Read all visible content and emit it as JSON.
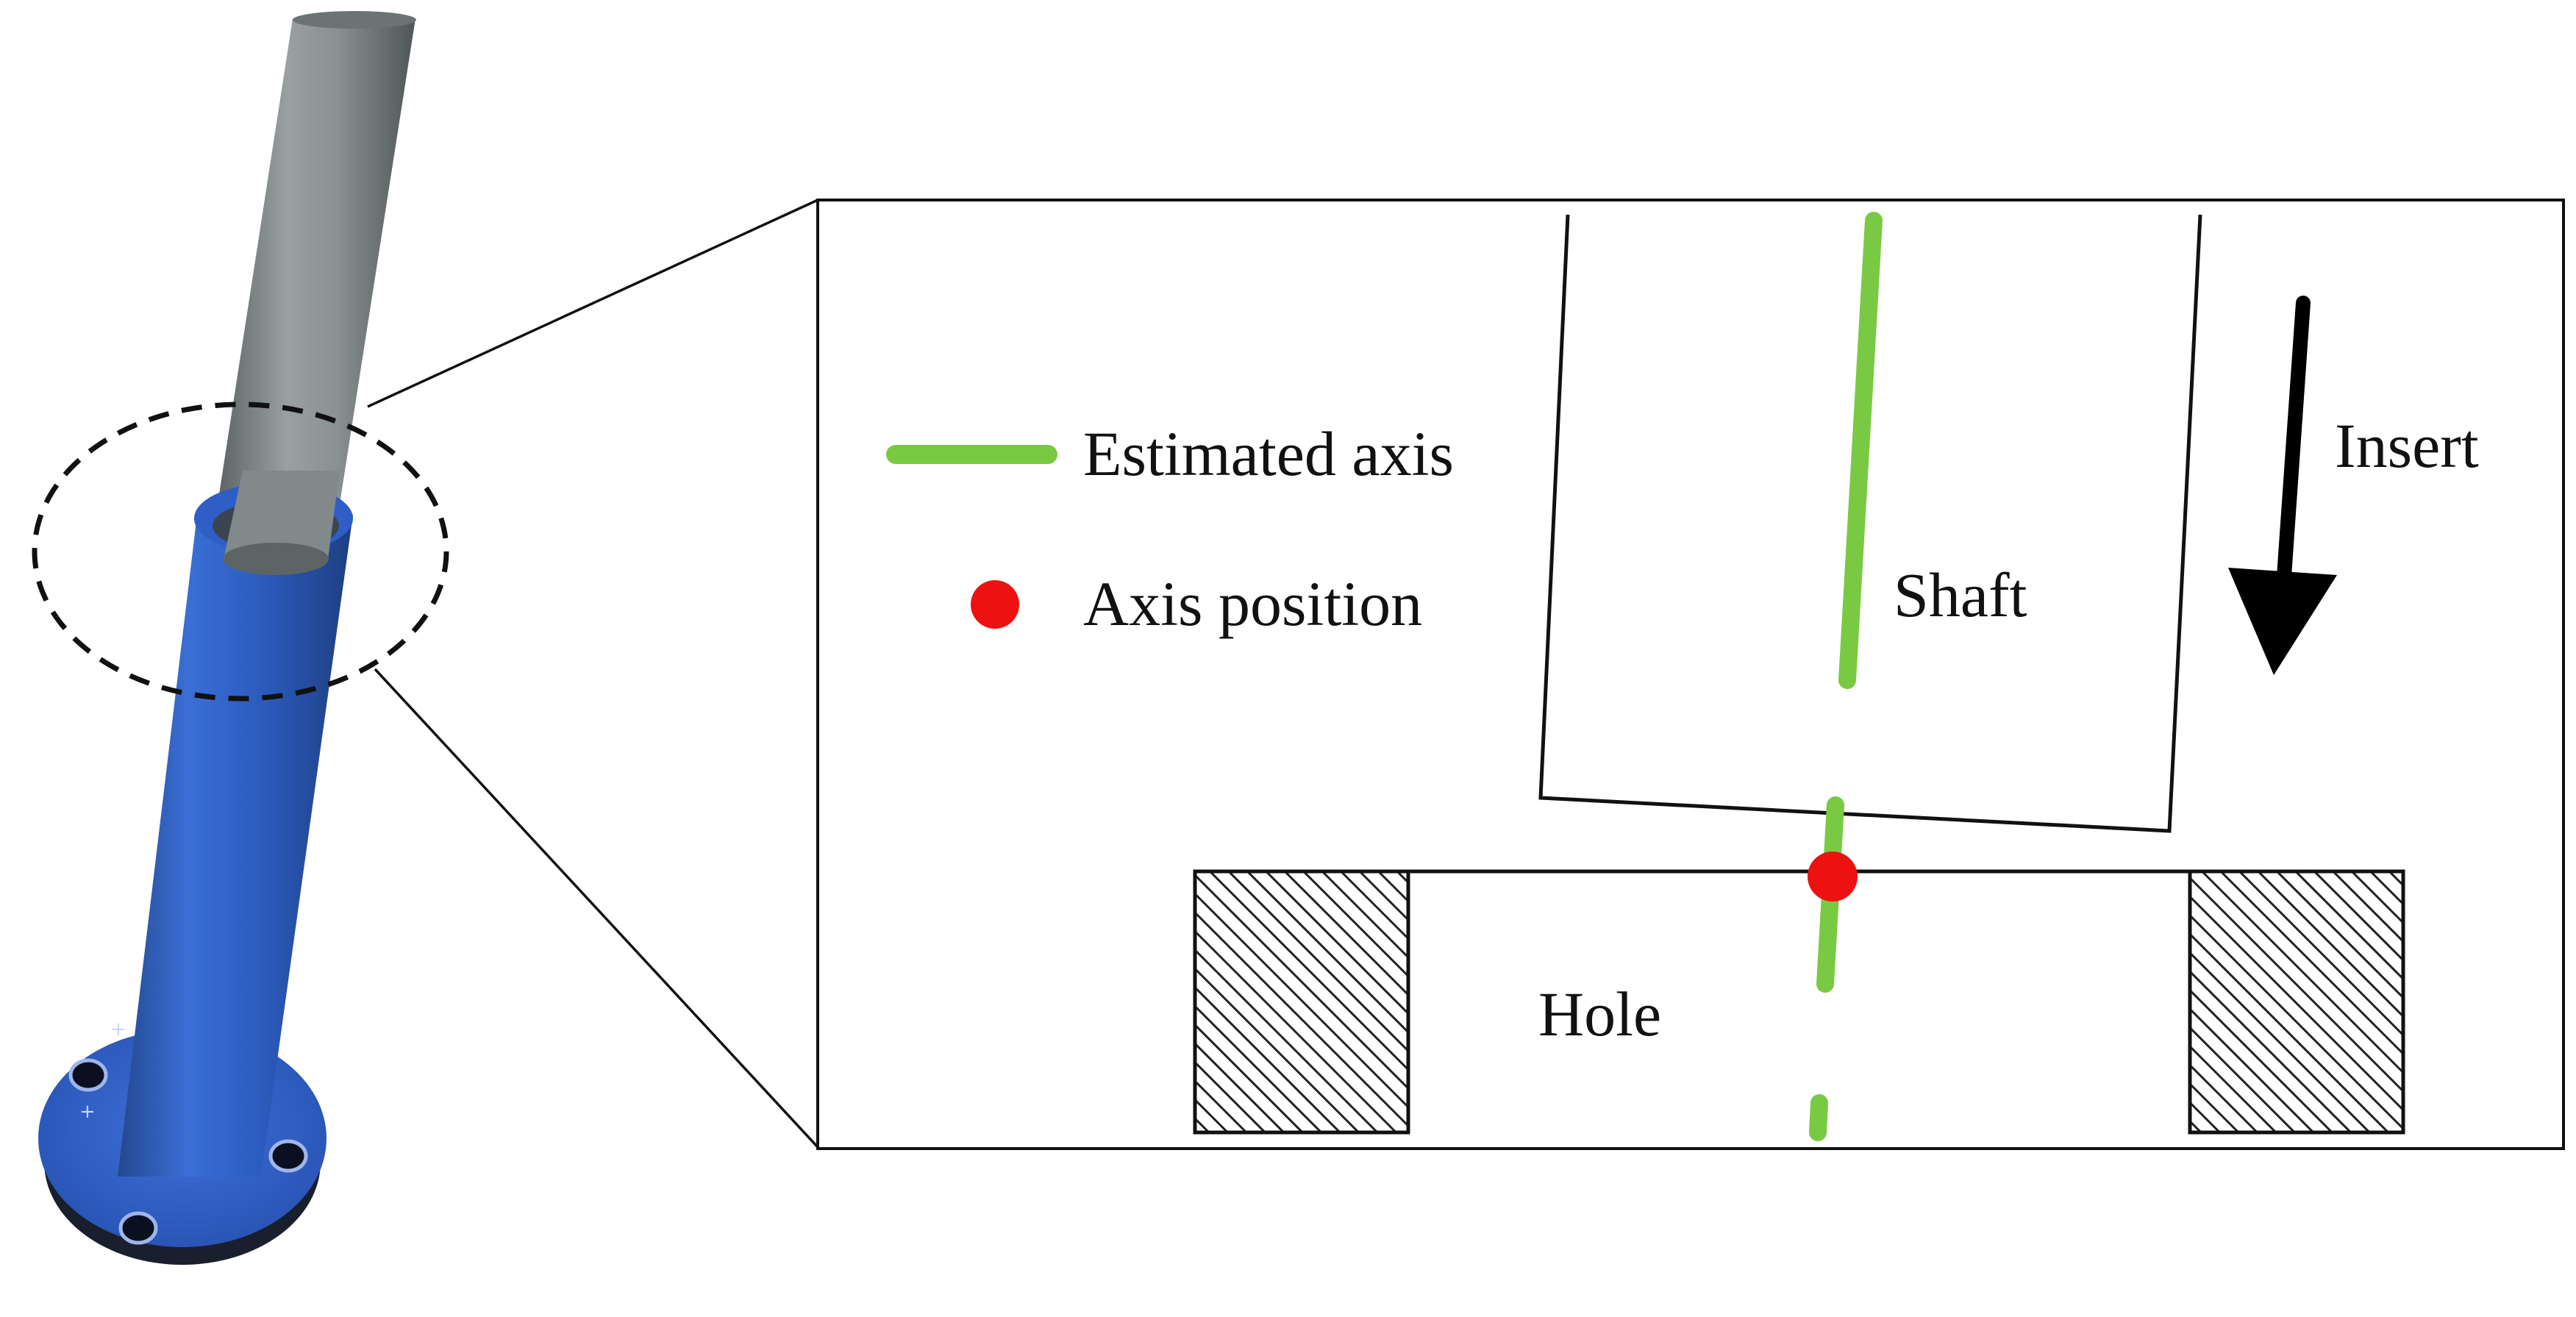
{
  "legend": {
    "estimated_axis_label": "Estimated axis",
    "axis_position_label": "Axis position"
  },
  "labels": {
    "shaft": "Shaft",
    "hole": "Hole",
    "insert": "Insert"
  },
  "colors": {
    "estimated_axis": "#7ac943",
    "axis_position": "#ee1111",
    "shaft_outer_tube": "#7d8486",
    "shaft_sleeve": "#2f5fc4",
    "line": "#111111"
  },
  "icons": {
    "insert_arrow": "arrow-down-icon",
    "hatch": "diagonal-hatch-pattern"
  }
}
